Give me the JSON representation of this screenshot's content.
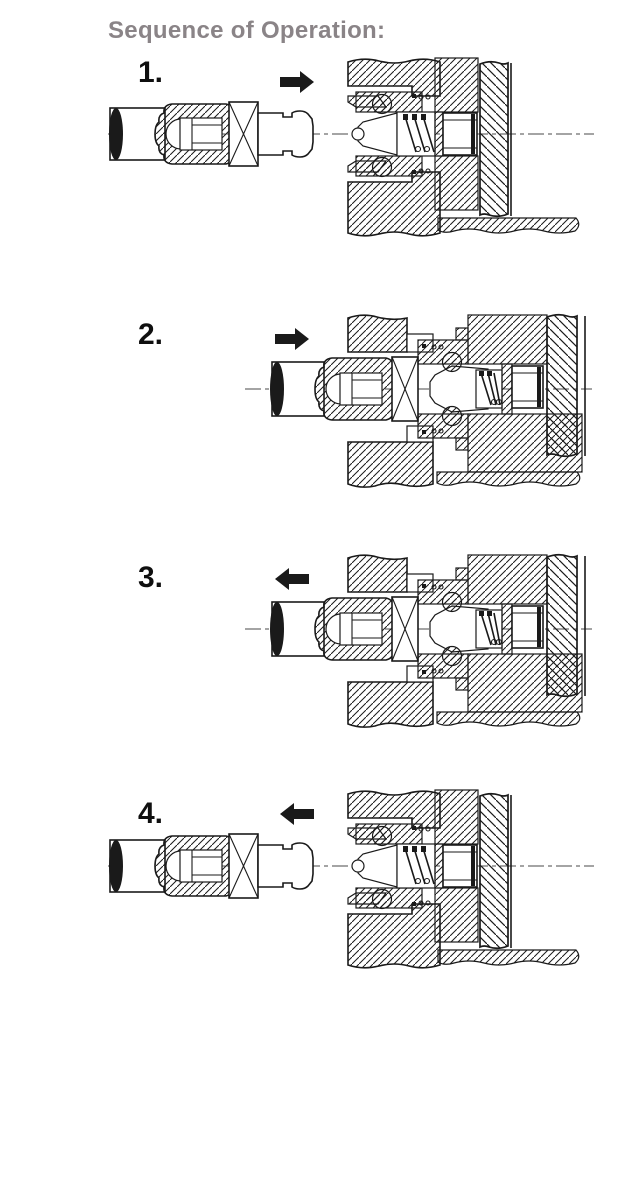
{
  "title": "Sequence of Operation:",
  "colors": {
    "ink": "#1a1a1a",
    "title_gray": "#8a8487"
  },
  "steps": [
    {
      "label": "1.",
      "arrow": "right",
      "state": "apart"
    },
    {
      "label": "2.",
      "arrow": "right",
      "state": "coupled"
    },
    {
      "label": "3.",
      "arrow": "left",
      "state": "coupled"
    },
    {
      "label": "4.",
      "arrow": "left",
      "state": "apart"
    }
  ]
}
